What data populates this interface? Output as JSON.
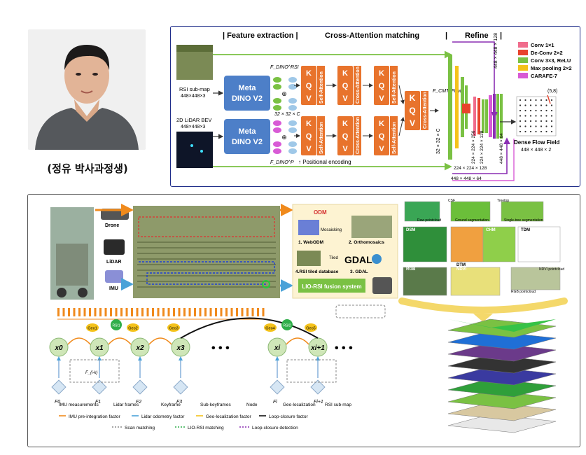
{
  "profile": {
    "caption": "(정유 박사과정생)"
  },
  "network": {
    "section_feature": "| Feature extraction |",
    "section_cross": "Cross-Attention matching",
    "section_refine": "Refine",
    "input_top_label": "RSI sub-map",
    "input_top_size": "448×448×3",
    "input_bottom_label": "2D LiDAR BEV",
    "input_bottom_size": "448×448×3",
    "backbone_line1": "Meta",
    "backbone_line2": "DINO V2",
    "feat_top": "F_DINO^RSI",
    "feat_bottom": "F_DINO^P",
    "feat_dim": "32 × 32 × C",
    "pos_enc": "↑ Positional encoding",
    "kqv": [
      "K",
      "Q",
      "V"
    ],
    "self_attention": "Self-Attention",
    "cross_attention": "Cross-Attention",
    "feat_cmt": "F_CMT^Flow",
    "dim_448_128": "448 × 448 × 128",
    "dim_224_256": "224 × 224 × 256",
    "dim_224_128": "224 × 224 × 128",
    "dim_224_128b": "224 × 224 × 128",
    "dim_448_64": "448 × 448 × 64",
    "dim_448_64b": "448 × 448 × 64",
    "dim_32": "32 × 32 × C",
    "output_label": "Dense Flow Field",
    "output_size": "448 × 448 × 2",
    "output_coord": "(5,8)",
    "legend": [
      {
        "label": "Conv 1×1",
        "color": "#f06c8c"
      },
      {
        "label": "De-Conv 2×2",
        "color": "#e8432c"
      },
      {
        "label": "Conv 3×3, ReLU",
        "color": "#7ac143"
      },
      {
        "label": "Max pooling 2×2",
        "color": "#f4c21b"
      },
      {
        "label": "CARAFE-7",
        "color": "#d85bd6"
      }
    ]
  },
  "pipeline": {
    "drone": "Drone",
    "lidar": "LiDAR",
    "imu": "IMU",
    "odm": "ODM",
    "step1": "1. WebODM",
    "step2": "2. Orthomosaics",
    "step3": "3. GDAL",
    "step4": "4.RSI tiled database",
    "mosaicking": "Mosaicking",
    "tiled": "Tiled",
    "gdal": "GDAL",
    "fusion": "LIO-RSI fusion system",
    "csf": "CSF",
    "treetop": "Treetop",
    "raw_pc": "Raw pointcloud",
    "ground_seg": "Ground segmentation",
    "single_tree": "Single-tree segmentation",
    "dsm": "DSM",
    "dtm": "DTM",
    "chm": "CHM",
    "tdm": "TDM",
    "rgb": "RGB",
    "ndvi": "NDVI",
    "ndvi_pc": "NDVI pointcloud",
    "rgb_pc": "RGB pointcloud"
  },
  "graph": {
    "nodes": [
      "x0",
      "x1",
      "x2",
      "x3",
      "xi",
      "xi+1"
    ],
    "frames": [
      "F0",
      "F1",
      "F2",
      "F3",
      "Fi",
      "Fi+1"
    ],
    "geo": [
      "Geo1",
      "Geo2",
      "Geo3",
      "Geo4",
      "Geo5"
    ],
    "rsi": [
      "RSI1",
      "RSI2"
    ],
    "ellipsis": "• • •",
    "sub_kf": "F_{i-k}",
    "legend_row1": [
      "IMU measurements",
      "Lidar frames",
      "Keyframe",
      "Sub-keyframes",
      "Node",
      "Geo-localization",
      "RSI sub-map"
    ],
    "legend_row2": [
      "IMU pre-integration factor",
      "Lidar odometry factor",
      "Geo-localization factor",
      "Loop-closure factor"
    ],
    "legend_row3": [
      "Scan matching",
      "LIO-RSI matching",
      "Loop-closure detection"
    ]
  }
}
